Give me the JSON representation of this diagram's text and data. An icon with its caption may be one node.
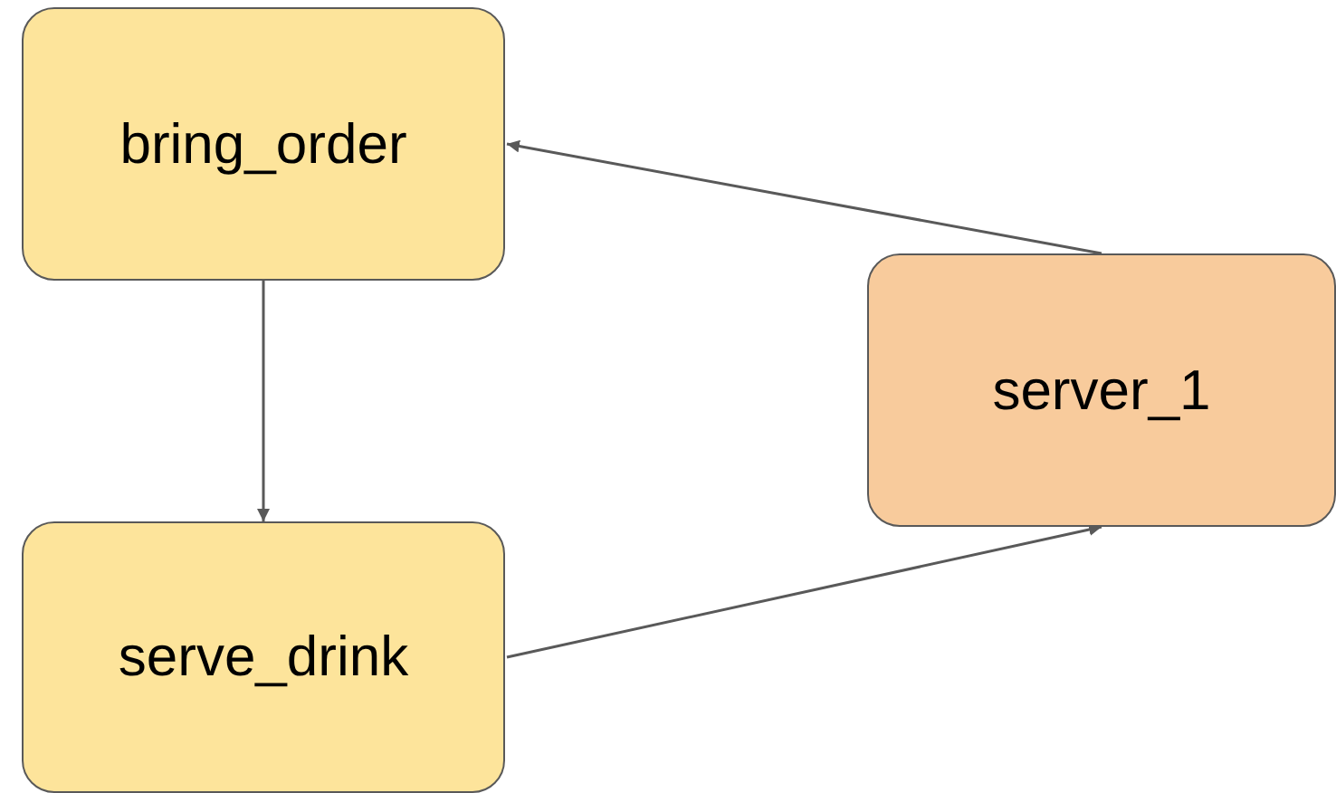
{
  "diagram": {
    "nodes": [
      {
        "text": [
          "bring_order"
        ]
      },
      {
        "text": [
          "serve_drink"
        ]
      },
      {
        "text": [
          "server_1"
        ]
      }
    ],
    "edges": [
      {
        "from": 2,
        "to": 0,
        "arrow": "to"
      },
      {
        "from": 0,
        "to": 1,
        "arrow": "to"
      },
      {
        "from": 1,
        "to": 2,
        "arrow": "to"
      }
    ]
  }
}
